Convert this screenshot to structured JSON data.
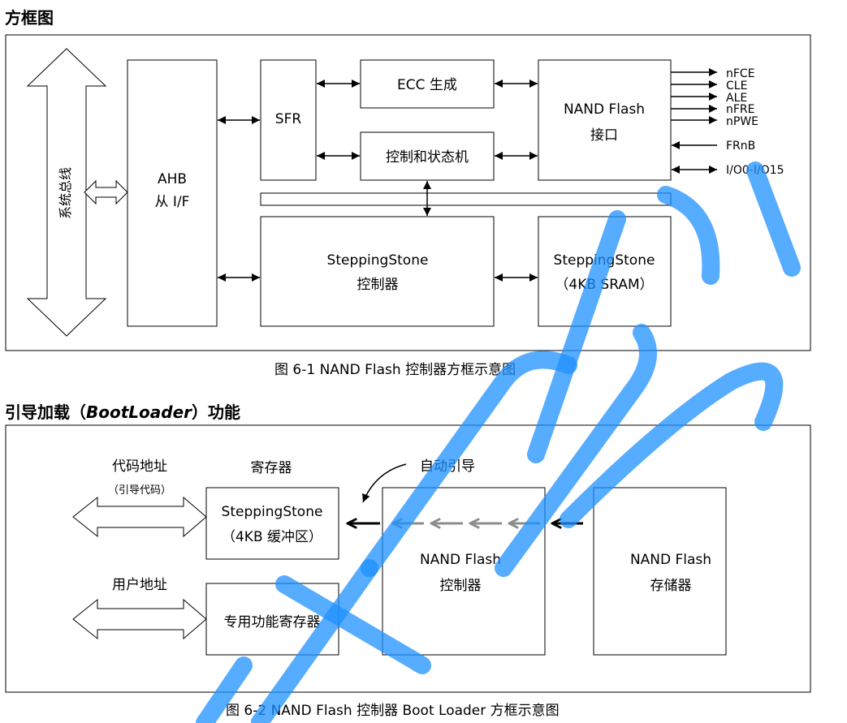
{
  "section1": {
    "heading": "方框图",
    "caption": "图 6-1 NAND Flash 控制器方框示意图",
    "system_bus": "系统总线",
    "ahb": {
      "line1": "AHB",
      "line2": "从 I/F"
    },
    "sfr": "SFR",
    "ecc": "ECC 生成",
    "ctrl_state": "控制和状态机",
    "nand_interface": {
      "line1": "NAND Flash",
      "line2": "接口"
    },
    "ss_controller": {
      "line1": "SteppingStone",
      "line2": "控制器"
    },
    "ss_sram": {
      "line1": "SteppingStone",
      "line2": "（4KB SRAM）"
    },
    "signals": {
      "nfce": "nFCE",
      "cle": "CLE",
      "ale": "ALE",
      "nfre": "nFRE",
      "npwe": "nPWE",
      "frnb": "FRnB",
      "io": "I/O0-I/O15"
    }
  },
  "section2": {
    "heading_prefix": "引导加载（",
    "heading_em": "BootLoader",
    "heading_suffix": "）功能",
    "caption": "图 6-2 NAND Flash 控制器 Boot Loader 方框示意图",
    "code_addr": "代码地址",
    "code_addr_note": "（引导代码）",
    "register_label": "寄存器",
    "ss_buffer": {
      "line1": "SteppingStone",
      "line2": "（4KB 缓冲区）"
    },
    "user_addr": "用户地址",
    "sfr_box": "专用功能寄存器",
    "auto_boot": "自动引导",
    "nand_controller": {
      "line1": "NAND Flash",
      "line2": "控制器"
    },
    "nand_storage": {
      "line1": "NAND Flash",
      "line2": "存储器"
    }
  },
  "watermark_color": "#1E90FF"
}
